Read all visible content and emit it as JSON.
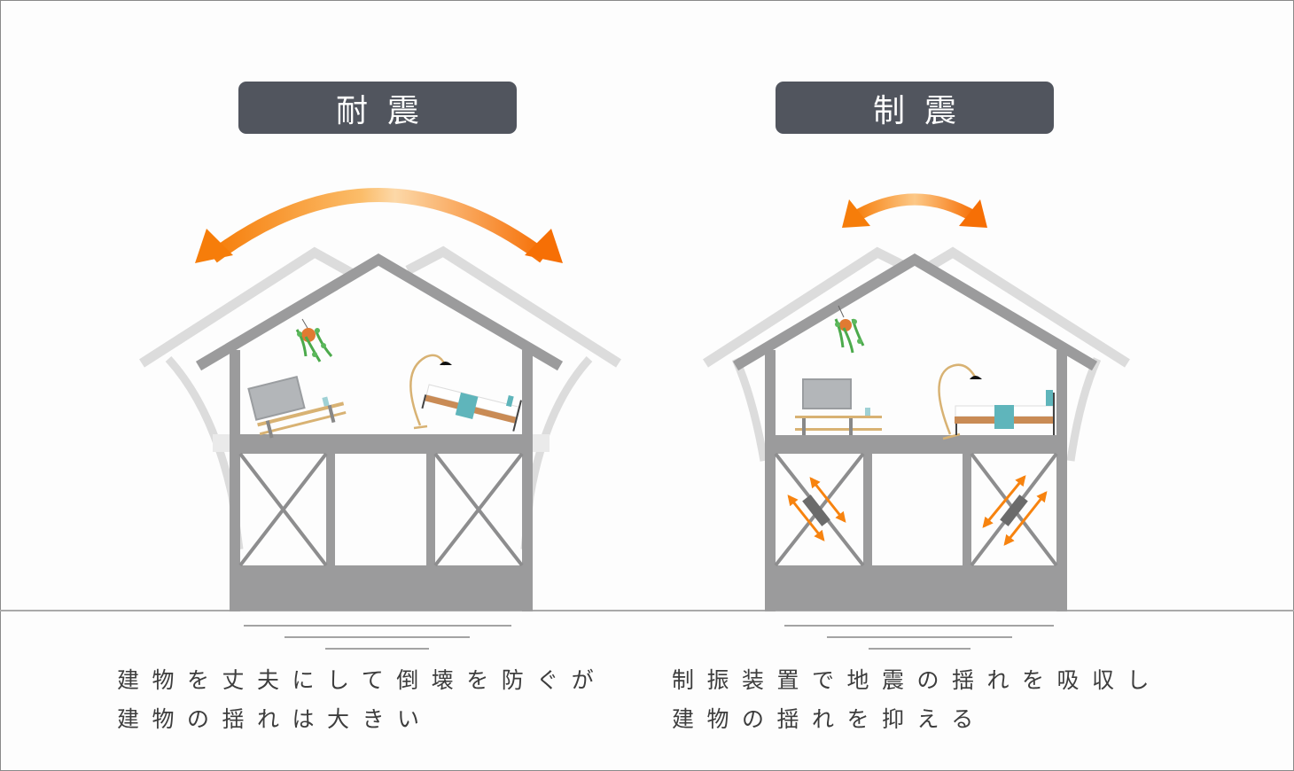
{
  "panels": [
    {
      "title": "耐震",
      "caption_lines": [
        "建物を丈夫にして倒壊を防ぐが",
        "建物の揺れは大きい"
      ],
      "sway": "large",
      "bracing": "cross-brace",
      "damper_devices": false
    },
    {
      "title": "制震",
      "caption_lines": [
        "制振装置で地震の揺れを吸収し",
        "建物の揺れを抑える"
      ],
      "sway": "small",
      "bracing": "cross-brace-with-dampers",
      "damper_devices": true
    }
  ],
  "colors": {
    "title_bg": "#51555e",
    "frame": "#9b9b9c",
    "frame_ghost": "#d9d9d9",
    "arrow_orange": "#f7830f",
    "furniture_wood": "#d8b273",
    "bed_wood": "#c98b55",
    "teal": "#5fb5bb",
    "tv": "#b3b6b9"
  }
}
